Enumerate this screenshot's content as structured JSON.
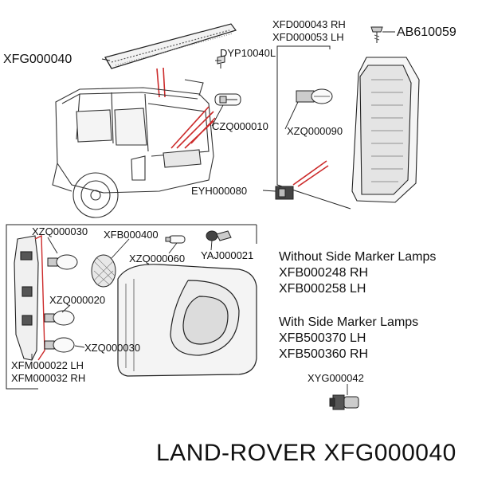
{
  "parts": {
    "spoiler": "XFG000040",
    "tail_lamp_rh": "XFD000043 RH",
    "tail_lamp_lh": "XFD000053 LH",
    "screw": "AB610059",
    "clip": "DYP10040L",
    "bulb_small": "CZQ000010",
    "bulb_upper": "XZQ000090",
    "connector": "EYH000080",
    "rear_bulb_top": "XZQ000030",
    "reflector": "XFB000400",
    "side_bulb": "XZQ000060",
    "bulb_holder": "YAJ000021",
    "rear_bulb_mid": "XZQ000020",
    "rear_bulb_low": "XZQ000030",
    "cluster_lh": "XFM000022 LH",
    "cluster_rh": "XFM000032 RH",
    "socket": "XYG000042"
  },
  "notes": {
    "without_heading": "Without Side Marker Lamps",
    "without_rh": "XFB000248 RH",
    "without_lh": "XFB000258 LH",
    "with_heading": "With Side Marker Lamps",
    "with_lh": "XFB500370 LH",
    "with_rh": "XFB500360 RH"
  },
  "footer": {
    "title": "LAND-ROVER XFG000040"
  }
}
